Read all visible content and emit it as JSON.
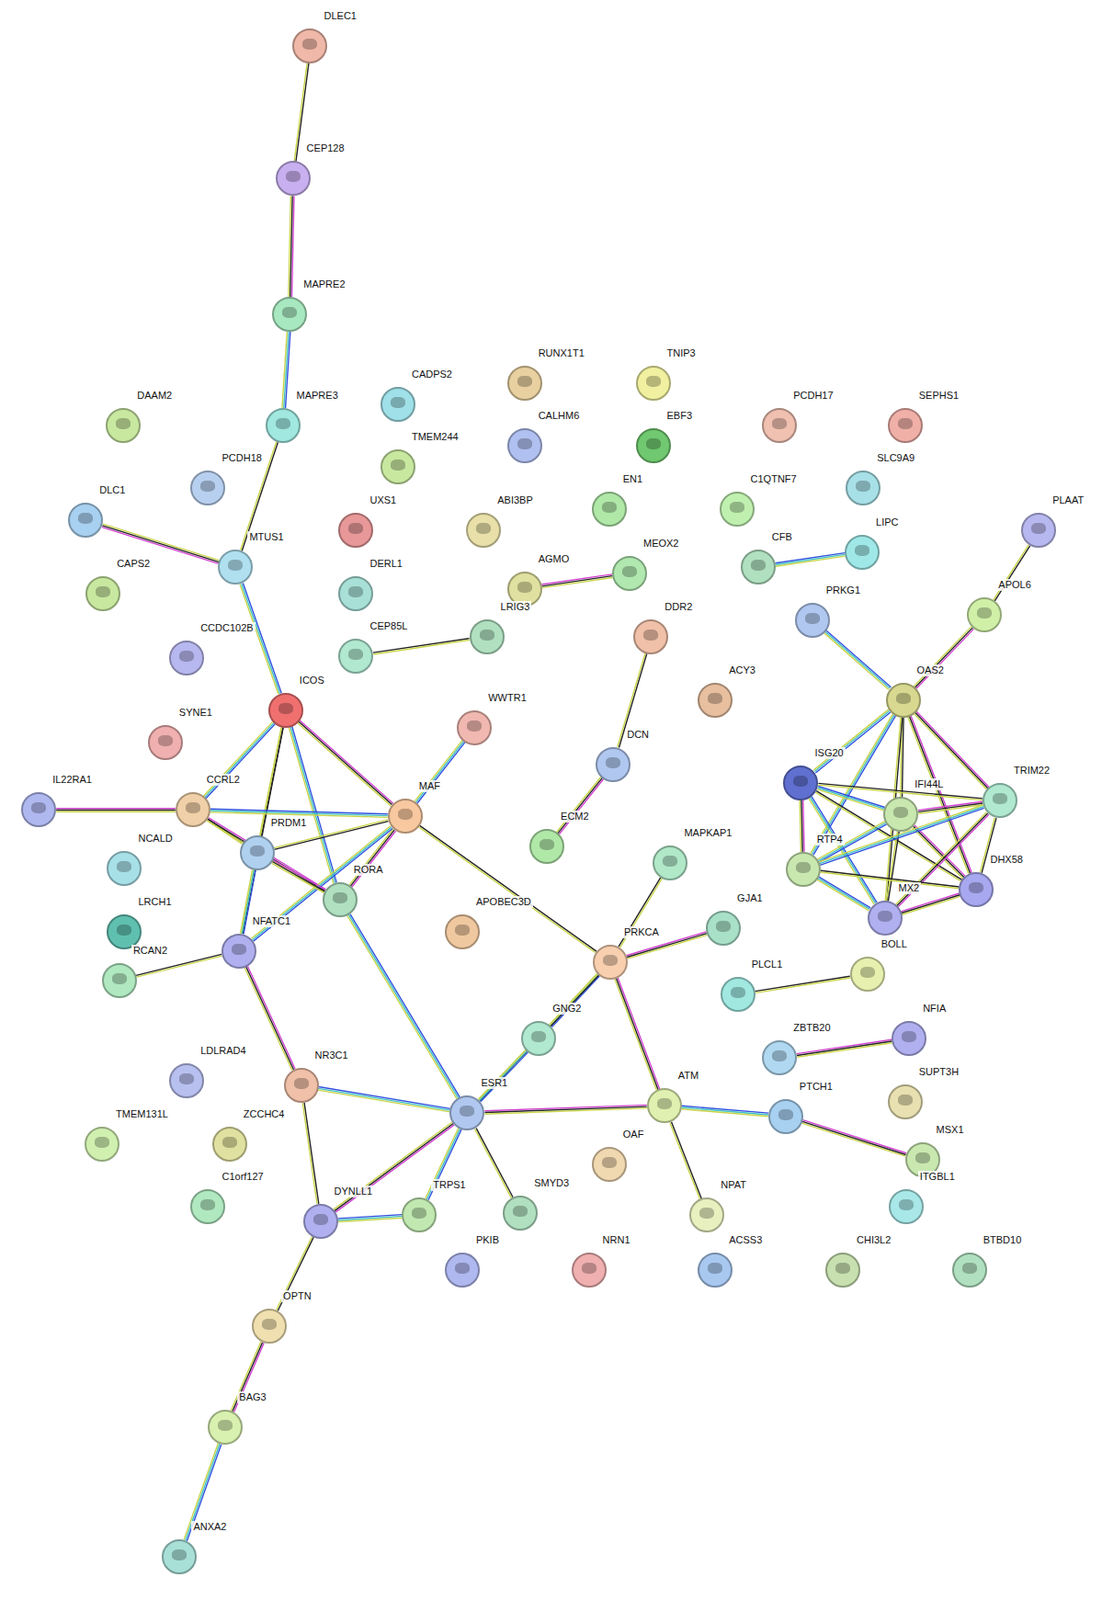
{
  "diagram": {
    "nodes": [
      {
        "text": [
          "DLEC1"
        ]
      },
      {
        "text": [
          "CEP128"
        ]
      },
      {
        "text": [
          "MAPRE2"
        ]
      },
      {
        "text": [
          "MAPRE3"
        ]
      },
      {
        "text": [
          "MTUS1"
        ]
      },
      {
        "text": [
          "DAAM2"
        ]
      },
      {
        "text": [
          "PCDH18"
        ]
      },
      {
        "text": [
          "DLC1"
        ]
      },
      {
        "text": [
          "CAPS2"
        ]
      },
      {
        "text": [
          "CCDC102B"
        ]
      },
      {
        "text": [
          "CADPS2"
        ]
      },
      {
        "text": [
          "TMEM244"
        ]
      },
      {
        "text": [
          "UXS1"
        ]
      },
      {
        "text": [
          "DERL1"
        ]
      },
      {
        "text": [
          "CEP85L"
        ]
      },
      {
        "text": [
          "RUNX1T1"
        ]
      },
      {
        "text": [
          "ABI3BP"
        ]
      },
      {
        "text": [
          "CALHM6"
        ]
      },
      {
        "text": [
          "TNIP3"
        ]
      },
      {
        "text": [
          "EBF3"
        ]
      },
      {
        "text": [
          "EN1"
        ]
      },
      {
        "text": [
          "AGMO"
        ]
      },
      {
        "text": [
          "MEOX2"
        ]
      },
      {
        "text": [
          "LRIG3"
        ]
      },
      {
        "text": [
          "PCDH17"
        ]
      },
      {
        "text": [
          "SEPHS1"
        ]
      },
      {
        "text": [
          "C1QTNF7"
        ]
      },
      {
        "text": [
          "SLC9A9"
        ]
      },
      {
        "text": [
          "CFB"
        ]
      },
      {
        "text": [
          "LIPC"
        ]
      },
      {
        "text": [
          "PLAAT"
        ]
      },
      {
        "text": [
          "PRKG1"
        ]
      },
      {
        "text": [
          "APOL6"
        ]
      },
      {
        "text": [
          "DDR2"
        ]
      },
      {
        "text": [
          "ACY3"
        ]
      },
      {
        "text": [
          "OAS2"
        ]
      },
      {
        "text": [
          "ISG20"
        ]
      },
      {
        "text": [
          "IFI44L"
        ]
      },
      {
        "text": [
          "TRIM22"
        ]
      },
      {
        "text": [
          "RTP4"
        ]
      },
      {
        "text": [
          "DHX58"
        ]
      },
      {
        "text": [
          "MX2"
        ]
      },
      {
        "text": [
          "ICOS"
        ]
      },
      {
        "text": [
          "WWTR1"
        ]
      },
      {
        "text": [
          "SYNE1"
        ]
      },
      {
        "text": [
          "IL22RA1"
        ]
      },
      {
        "text": [
          "CCRL2"
        ]
      },
      {
        "text": [
          "MAF"
        ]
      },
      {
        "text": [
          "PRDM1"
        ]
      },
      {
        "text": [
          "RORA"
        ]
      },
      {
        "text": [
          "NCALD"
        ]
      },
      {
        "text": [
          "LRCH1"
        ]
      },
      {
        "text": [
          "RCAN2"
        ]
      },
      {
        "text": [
          "NFATC1"
        ]
      },
      {
        "text": [
          "DCN"
        ]
      },
      {
        "text": [
          "ECM2"
        ]
      },
      {
        "text": [
          "MAPKAP1"
        ]
      },
      {
        "text": [
          "GJA1"
        ]
      },
      {
        "text": [
          "APOBEC3D"
        ]
      },
      {
        "text": [
          "PRKCA"
        ]
      },
      {
        "text": [
          "PLCL1"
        ]
      },
      {
        "text": [
          "BOLL"
        ]
      },
      {
        "text": [
          "GNG2"
        ]
      },
      {
        "text": [
          "ZBTB20"
        ]
      },
      {
        "text": [
          "NFIA"
        ]
      },
      {
        "text": [
          "LDLRAD4"
        ]
      },
      {
        "text": [
          "NR3C1"
        ]
      },
      {
        "text": [
          "ESR1"
        ]
      },
      {
        "text": [
          "ATM"
        ]
      },
      {
        "text": [
          "PTCH1"
        ]
      },
      {
        "text": [
          "SUPT3H"
        ]
      },
      {
        "text": [
          "MSX1"
        ]
      },
      {
        "text": [
          "TMEM131L"
        ]
      },
      {
        "text": [
          "ZCCHC4"
        ]
      },
      {
        "text": [
          "OAF"
        ]
      },
      {
        "text": [
          "ITGBL1"
        ]
      },
      {
        "text": [
          "C1orf127"
        ]
      },
      {
        "text": [
          "DYNLL1"
        ]
      },
      {
        "text": [
          "TRPS1"
        ]
      },
      {
        "text": [
          "SMYD3"
        ]
      },
      {
        "text": [
          "NPAT"
        ]
      },
      {
        "text": [
          "PKIB"
        ]
      },
      {
        "text": [
          "NRN1"
        ]
      },
      {
        "text": [
          "ACSS3"
        ]
      },
      {
        "text": [
          "CHI3L2"
        ]
      },
      {
        "text": [
          "BTBD10"
        ]
      },
      {
        "text": [
          "OPTN"
        ]
      },
      {
        "text": [
          "BAG3"
        ]
      },
      {
        "text": [
          "ANXA2"
        ]
      }
    ],
    "edges": [
      {
        "from": 0,
        "to": 1,
        "arrow": "none"
      },
      {
        "from": 1,
        "to": 2,
        "arrow": "none"
      },
      {
        "from": 2,
        "to": 3,
        "arrow": "none"
      },
      {
        "from": 3,
        "to": 4,
        "arrow": "none"
      },
      {
        "from": 4,
        "to": 7,
        "arrow": "none"
      },
      {
        "from": 4,
        "to": 42,
        "arrow": "none"
      },
      {
        "from": 14,
        "to": 23,
        "arrow": "none"
      },
      {
        "from": 21,
        "to": 22,
        "arrow": "none"
      },
      {
        "from": 28,
        "to": 29,
        "arrow": "none"
      },
      {
        "from": 30,
        "to": 32,
        "arrow": "none"
      },
      {
        "from": 32,
        "to": 35,
        "arrow": "none"
      },
      {
        "from": 31,
        "to": 35,
        "arrow": "none"
      },
      {
        "from": 33,
        "to": 54,
        "arrow": "none"
      },
      {
        "from": 54,
        "to": 55,
        "arrow": "none"
      },
      {
        "from": 35,
        "to": 36,
        "arrow": "none"
      },
      {
        "from": 35,
        "to": 37,
        "arrow": "none"
      },
      {
        "from": 35,
        "to": 38,
        "arrow": "none"
      },
      {
        "from": 35,
        "to": 39,
        "arrow": "none"
      },
      {
        "from": 35,
        "to": 41,
        "arrow": "none"
      },
      {
        "from": 35,
        "to": 40,
        "arrow": "none"
      },
      {
        "from": 36,
        "to": 37,
        "arrow": "none"
      },
      {
        "from": 36,
        "to": 38,
        "arrow": "none"
      },
      {
        "from": 36,
        "to": 39,
        "arrow": "none"
      },
      {
        "from": 36,
        "to": 41,
        "arrow": "none"
      },
      {
        "from": 36,
        "to": 40,
        "arrow": "none"
      },
      {
        "from": 37,
        "to": 38,
        "arrow": "none"
      },
      {
        "from": 37,
        "to": 39,
        "arrow": "none"
      },
      {
        "from": 37,
        "to": 41,
        "arrow": "none"
      },
      {
        "from": 37,
        "to": 40,
        "arrow": "none"
      },
      {
        "from": 38,
        "to": 39,
        "arrow": "none"
      },
      {
        "from": 38,
        "to": 40,
        "arrow": "none"
      },
      {
        "from": 38,
        "to": 41,
        "arrow": "none"
      },
      {
        "from": 39,
        "to": 41,
        "arrow": "none"
      },
      {
        "from": 39,
        "to": 40,
        "arrow": "none"
      },
      {
        "from": 41,
        "to": 40,
        "arrow": "none"
      },
      {
        "from": 42,
        "to": 46,
        "arrow": "none"
      },
      {
        "from": 42,
        "to": 48,
        "arrow": "none"
      },
      {
        "from": 42,
        "to": 47,
        "arrow": "none"
      },
      {
        "from": 42,
        "to": 49,
        "arrow": "none"
      },
      {
        "from": 42,
        "to": 53,
        "arrow": "none"
      },
      {
        "from": 45,
        "to": 46,
        "arrow": "none"
      },
      {
        "from": 46,
        "to": 47,
        "arrow": "none"
      },
      {
        "from": 46,
        "to": 48,
        "arrow": "none"
      },
      {
        "from": 46,
        "to": 49,
        "arrow": "none"
      },
      {
        "from": 43,
        "to": 47,
        "arrow": "none"
      },
      {
        "from": 47,
        "to": 48,
        "arrow": "none"
      },
      {
        "from": 47,
        "to": 49,
        "arrow": "none"
      },
      {
        "from": 47,
        "to": 53,
        "arrow": "none"
      },
      {
        "from": 47,
        "to": 59,
        "arrow": "none"
      },
      {
        "from": 48,
        "to": 49,
        "arrow": "none"
      },
      {
        "from": 48,
        "to": 53,
        "arrow": "none"
      },
      {
        "from": 52,
        "to": 53,
        "arrow": "none"
      },
      {
        "from": 53,
        "to": 66,
        "arrow": "none"
      },
      {
        "from": 49,
        "to": 67,
        "arrow": "none"
      },
      {
        "from": 59,
        "to": 56,
        "arrow": "none"
      },
      {
        "from": 59,
        "to": 57,
        "arrow": "none"
      },
      {
        "from": 59,
        "to": 62,
        "arrow": "none"
      },
      {
        "from": 59,
        "to": 67,
        "arrow": "none"
      },
      {
        "from": 59,
        "to": 68,
        "arrow": "none"
      },
      {
        "from": 62,
        "to": 67,
        "arrow": "none"
      },
      {
        "from": 60,
        "to": 61,
        "arrow": "none"
      },
      {
        "from": 63,
        "to": 64,
        "arrow": "none"
      },
      {
        "from": 66,
        "to": 67,
        "arrow": "none"
      },
      {
        "from": 66,
        "to": 77,
        "arrow": "none"
      },
      {
        "from": 67,
        "to": 68,
        "arrow": "none"
      },
      {
        "from": 67,
        "to": 78,
        "arrow": "none"
      },
      {
        "from": 67,
        "to": 79,
        "arrow": "none"
      },
      {
        "from": 67,
        "to": 77,
        "arrow": "none"
      },
      {
        "from": 68,
        "to": 69,
        "arrow": "none"
      },
      {
        "from": 68,
        "to": 80,
        "arrow": "none"
      },
      {
        "from": 69,
        "to": 71,
        "arrow": "none"
      },
      {
        "from": 77,
        "to": 78,
        "arrow": "none"
      },
      {
        "from": 77,
        "to": 86,
        "arrow": "none"
      },
      {
        "from": 86,
        "to": 87,
        "arrow": "none"
      },
      {
        "from": 87,
        "to": 88,
        "arrow": "none"
      }
    ]
  }
}
